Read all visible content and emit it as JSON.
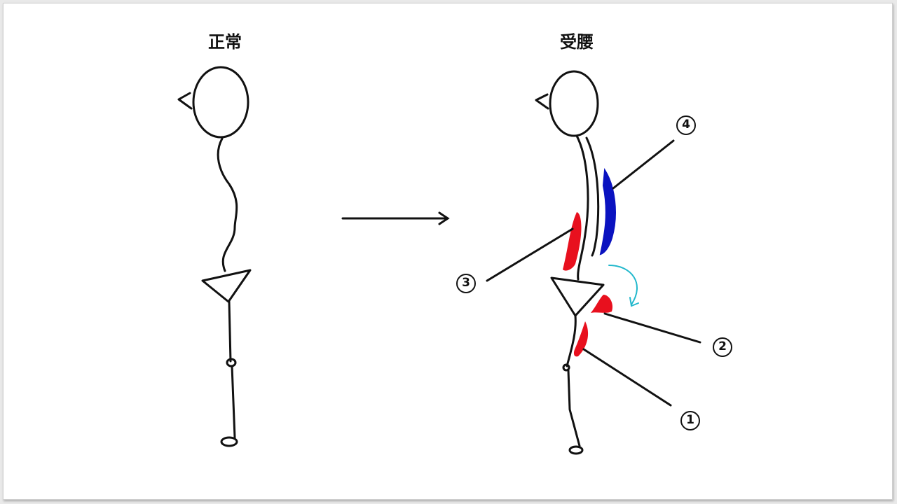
{
  "titles": {
    "left": "正常",
    "right": "受腰"
  },
  "markers": {
    "m1": "1",
    "m2": "2",
    "m3": "3",
    "m4": "4"
  },
  "colors": {
    "stroke": "#111111",
    "red_muscle": "#e8101e",
    "blue_muscle": "#0a12c0",
    "rotation_arrow": "#22b8cc"
  }
}
